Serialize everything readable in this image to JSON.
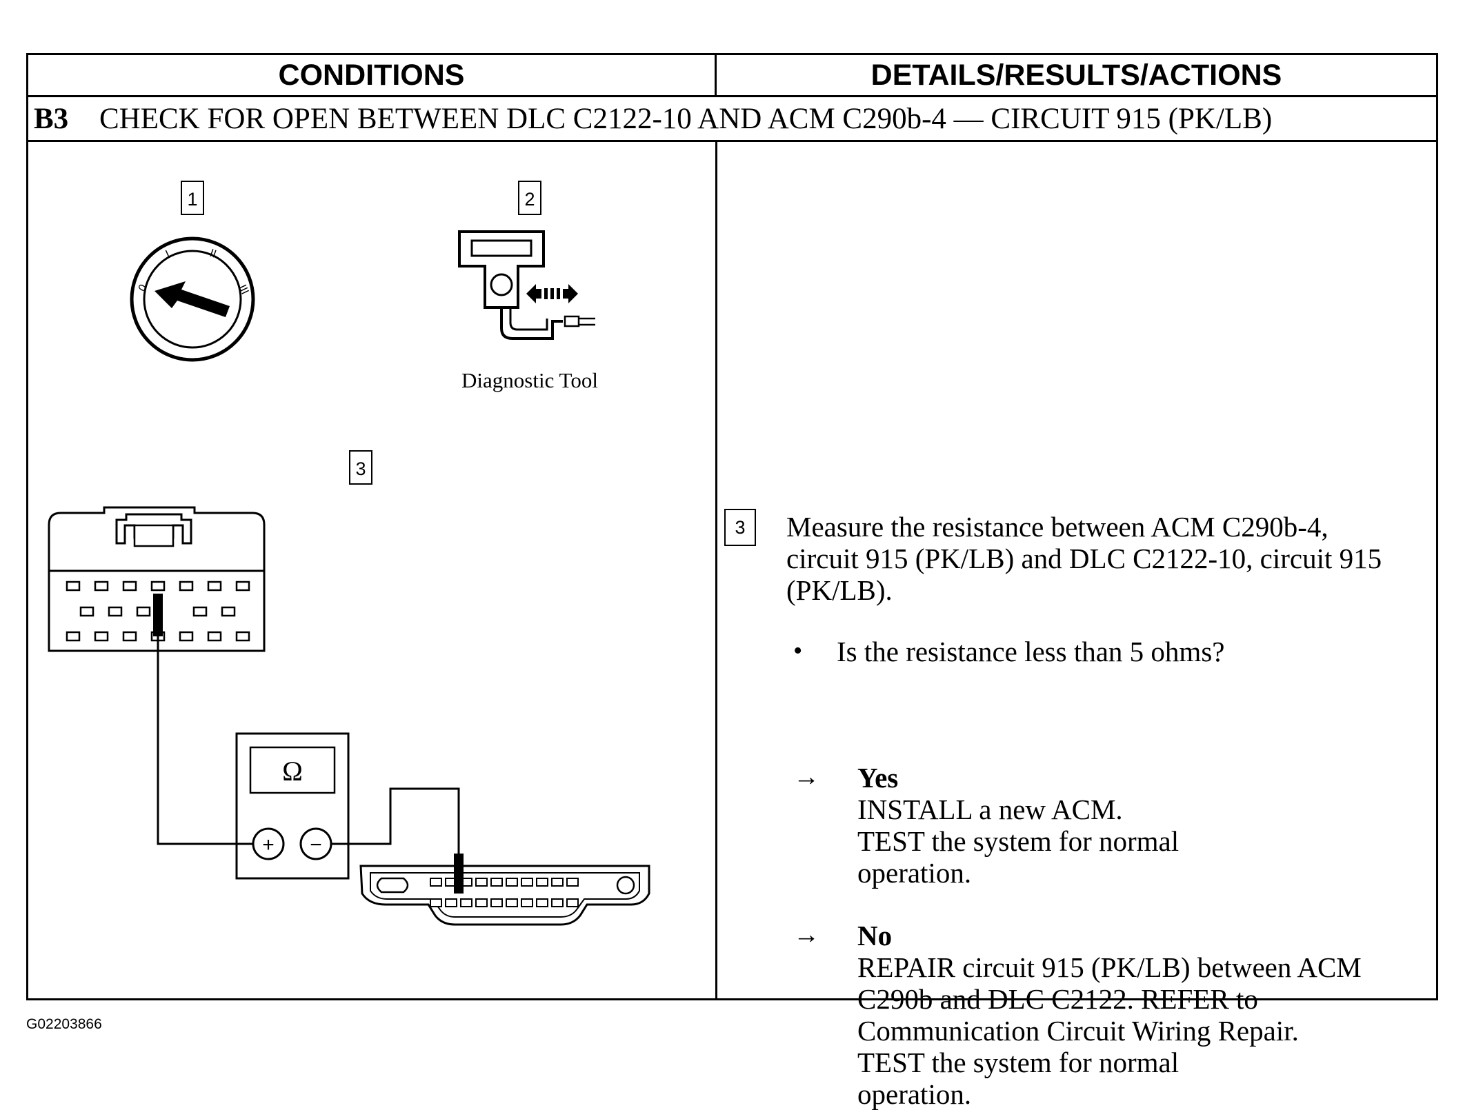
{
  "header": {
    "conditions": "CONDITIONS",
    "details": "DETAILS/RESULTS/ACTIONS"
  },
  "step": {
    "number": "B3",
    "title": "CHECK FOR OPEN BETWEEN DLC C2122-10 AND ACM C290b-4 — CIRCUIT 915 (PK/LB)"
  },
  "figure": {
    "callout_1": "1",
    "callout_2": "2",
    "callout_3": "3",
    "tool_label": "Diagnostic Tool",
    "ignition_positions": [
      "0",
      "I",
      "II",
      "III"
    ],
    "meter_symbol": "Ω",
    "meter_plus": "+",
    "meter_minus": "−"
  },
  "actions": {
    "callout": "3",
    "instruction": "Measure the resistance between ACM C290b-4, circuit 915 (PK/LB) and DLC C2122-10, circuit 915 (PK/LB).",
    "bullet": "•",
    "question": "Is the resistance less than 5 ohms?",
    "arrow": "→",
    "yes": {
      "label": "Yes",
      "lines": [
        "INSTALL a new ACM.",
        "TEST the system for normal",
        "operation."
      ]
    },
    "no": {
      "label": "No",
      "lines": [
        "REPAIR circuit 915 (PK/LB) between ACM",
        "C290b and DLC C2122. REFER to",
        "Communication Circuit Wiring Repair.",
        "TEST the system for normal",
        "operation."
      ]
    }
  },
  "figure_id": "G02203866"
}
